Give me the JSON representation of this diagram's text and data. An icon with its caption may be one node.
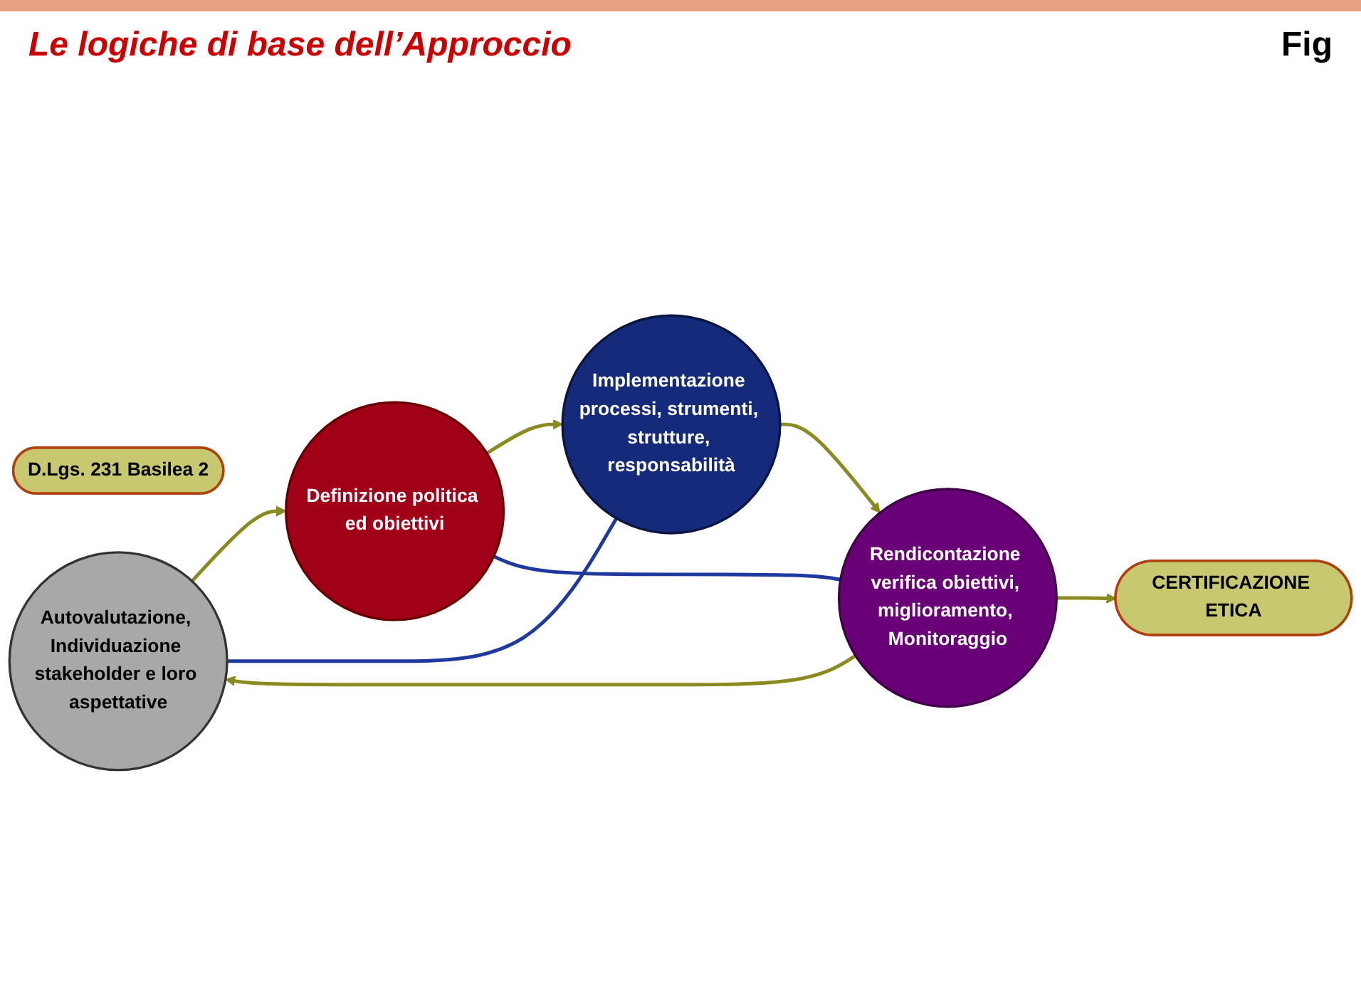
{
  "diagram": {
    "title": "Le logiche di base dell’Approccio",
    "nodes": [
      {
        "text": [
          "D.Lgs. 231 Basilea 2"
        ]
      },
      {
        "text": [
          "CERTIFICAZIONE ETICA"
        ]
      },
      {
        "text": [
          "Autovalutazione, Individuazione stakeholder e loro aspettative"
        ]
      },
      {
        "text": [
          "Definizione politica ed obiettivi"
        ]
      },
      {
        "text": [
          "Implementazione processi, strumenti, strutture, responsabilità"
        ]
      },
      {
        "text": [
          "Rendicontazione verifica obiettivi, miglioramento, Monitoraggio"
        ]
      }
    ],
    "edges": [
      {
        "from": 2,
        "to": 3,
        "arrow": "to"
      },
      {
        "from": 3,
        "to": 4,
        "arrow": "to"
      },
      {
        "from": 4,
        "to": 5,
        "arrow": "to"
      },
      {
        "from": 5,
        "to": 2,
        "arrow": "to"
      },
      {
        "from": 5,
        "to": 1,
        "arrow": "to"
      },
      {
        "from": 2,
        "to": 4,
        "arrow": "none",
        "color": "#1f3a9e"
      },
      {
        "from": 5,
        "to": 3,
        "arrow": "none",
        "color": "#1f3a9e"
      }
    ],
    "labels": [
      "Fig"
    ]
  }
}
